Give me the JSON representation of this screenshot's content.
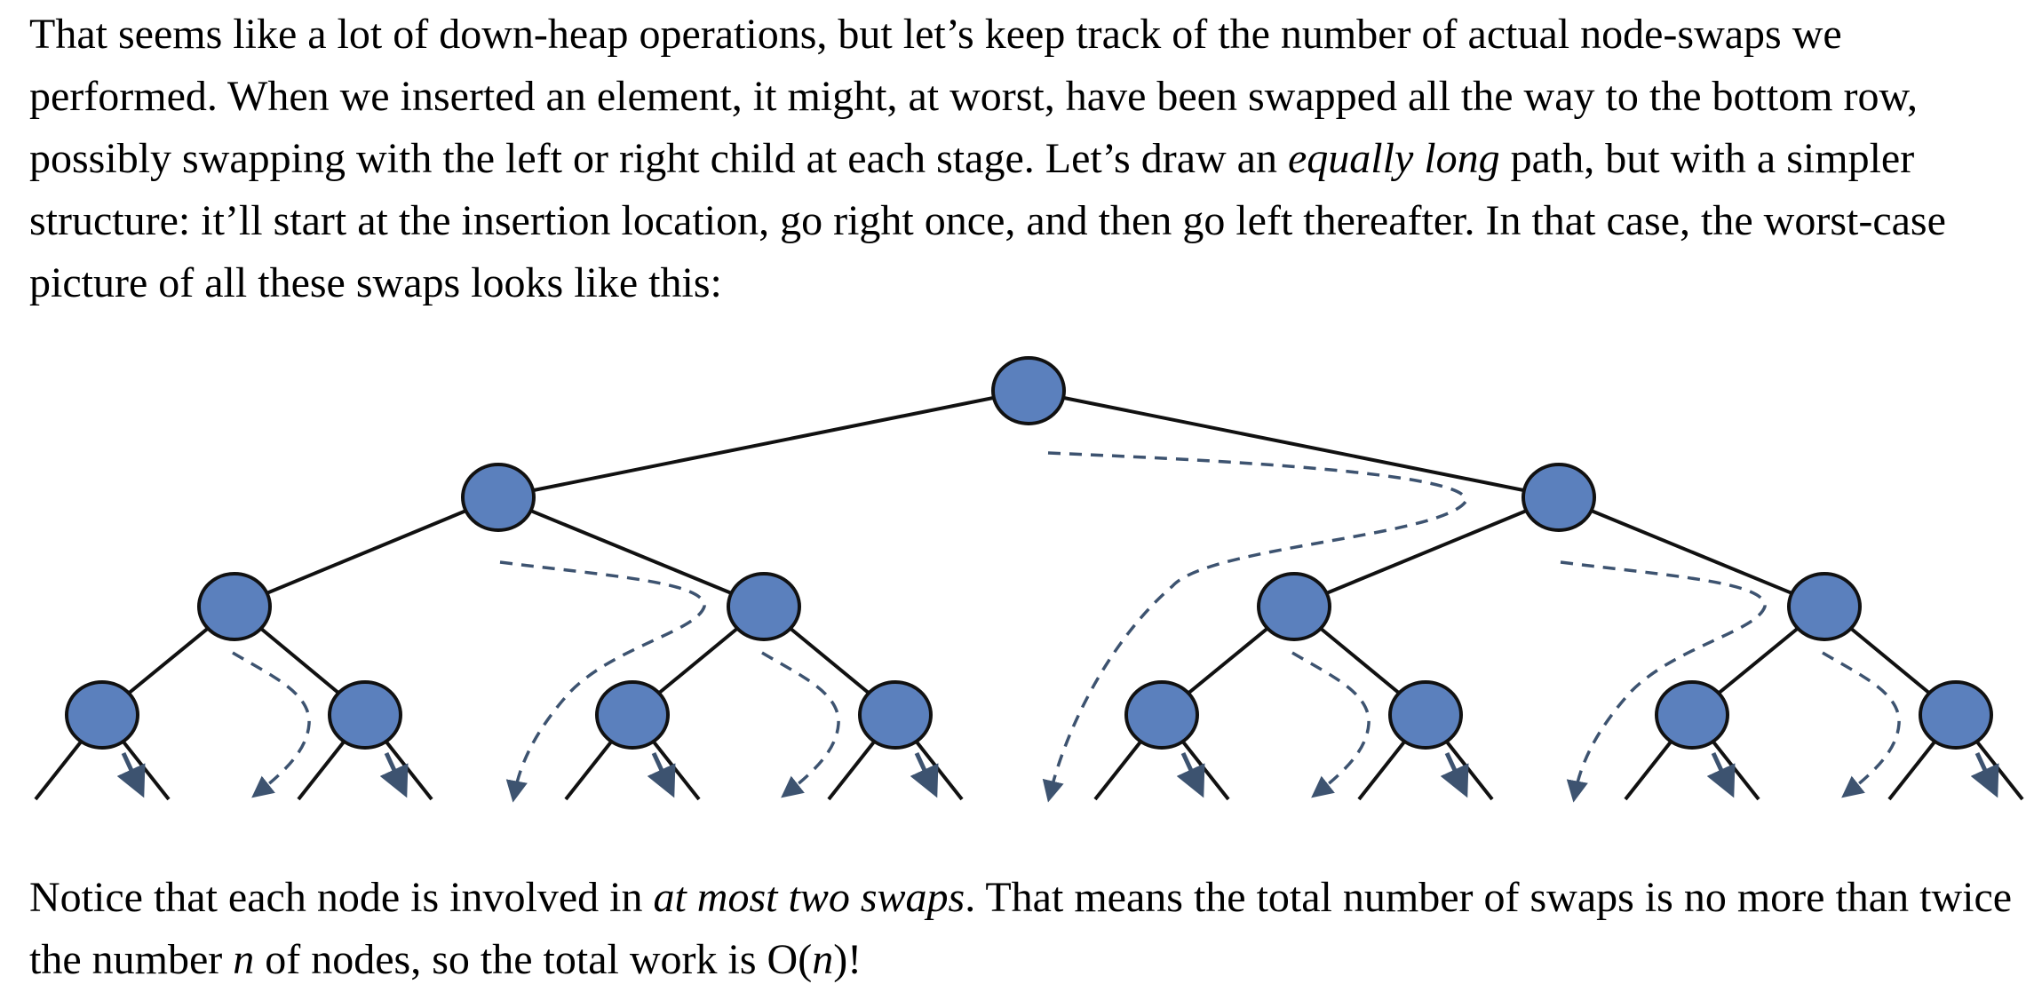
{
  "paragraph_top": {
    "part1": "That seems like a lot of down-heap operations, but let’s keep track of the number of actual node-swaps we performed. When we inserted an element, it might, at worst, have been swapped all the way to the bottom row, possibly swapping with the left or right child at each stage. Let’s draw an ",
    "emphasis": "equally long",
    "part2": " path, but with a simpler structure: it’ll start at the insertion location, go right once, and then go left thereafter. In that case, the worst-case picture of all these swaps looks like this:"
  },
  "paragraph_bottom": {
    "part1": "Notice that each node is involved in ",
    "emphasis1": "at most two swaps",
    "part2": ". That means the total number of swaps is no more than twice the number ",
    "var_n": "n",
    "part3": " of nodes, so the total work is O(",
    "var_n2": "n",
    "part4": ")!"
  },
  "figure": {
    "node_fill": "#5b80bd",
    "node_stroke": "#111111",
    "edge_color": "#111111",
    "arrow_color": "#3d5370",
    "levels": 4,
    "depicts": "complete binary tree with dashed swap paths"
  }
}
